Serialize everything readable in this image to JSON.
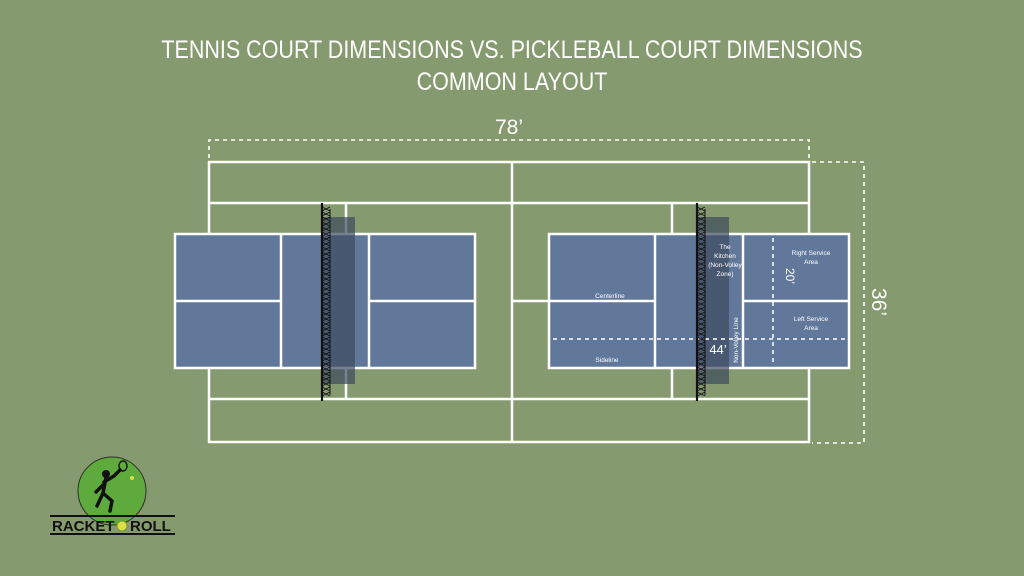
{
  "title": {
    "line1": "TENNIS COURT DIMENSIONS VS. PICKLEBALL COURT DIMENSIONS",
    "line2": "COMMON LAYOUT"
  },
  "dimensions": {
    "tennis_length": "78’",
    "tennis_width": "36’",
    "pickleball_length": "44’",
    "pickleball_width": "20’"
  },
  "labels": {
    "kitchen": [
      "The",
      "Kitchen",
      "(Non-Volley",
      "Zone)"
    ],
    "right_service": [
      "Right Service",
      "Area"
    ],
    "left_service": [
      "Left Service",
      "Area"
    ],
    "centerline": "Centerline",
    "sideline": "Sideline",
    "non_volley_line": "Non-Volley Line"
  },
  "logo": {
    "text_left": "RACKET",
    "text_right": "ROLL"
  },
  "colors": {
    "background": "#869a6f",
    "pickleball_court": "#62789b",
    "lines": "#ffffff",
    "net": "#111111",
    "logo_green": "#5faa3c"
  }
}
